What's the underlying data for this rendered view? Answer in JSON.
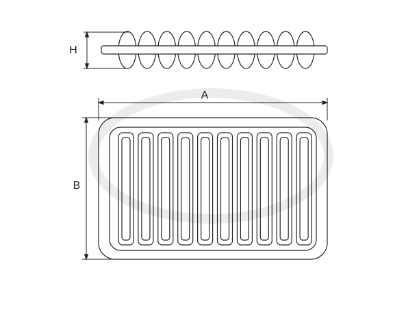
{
  "dimensions": {
    "height_label": "H",
    "length_label": "A",
    "width_label": "B"
  },
  "filter": {
    "pleat_count": 10
  },
  "colors": {
    "line": "#222222",
    "watermark": "#ececec",
    "background": "#ffffff"
  }
}
